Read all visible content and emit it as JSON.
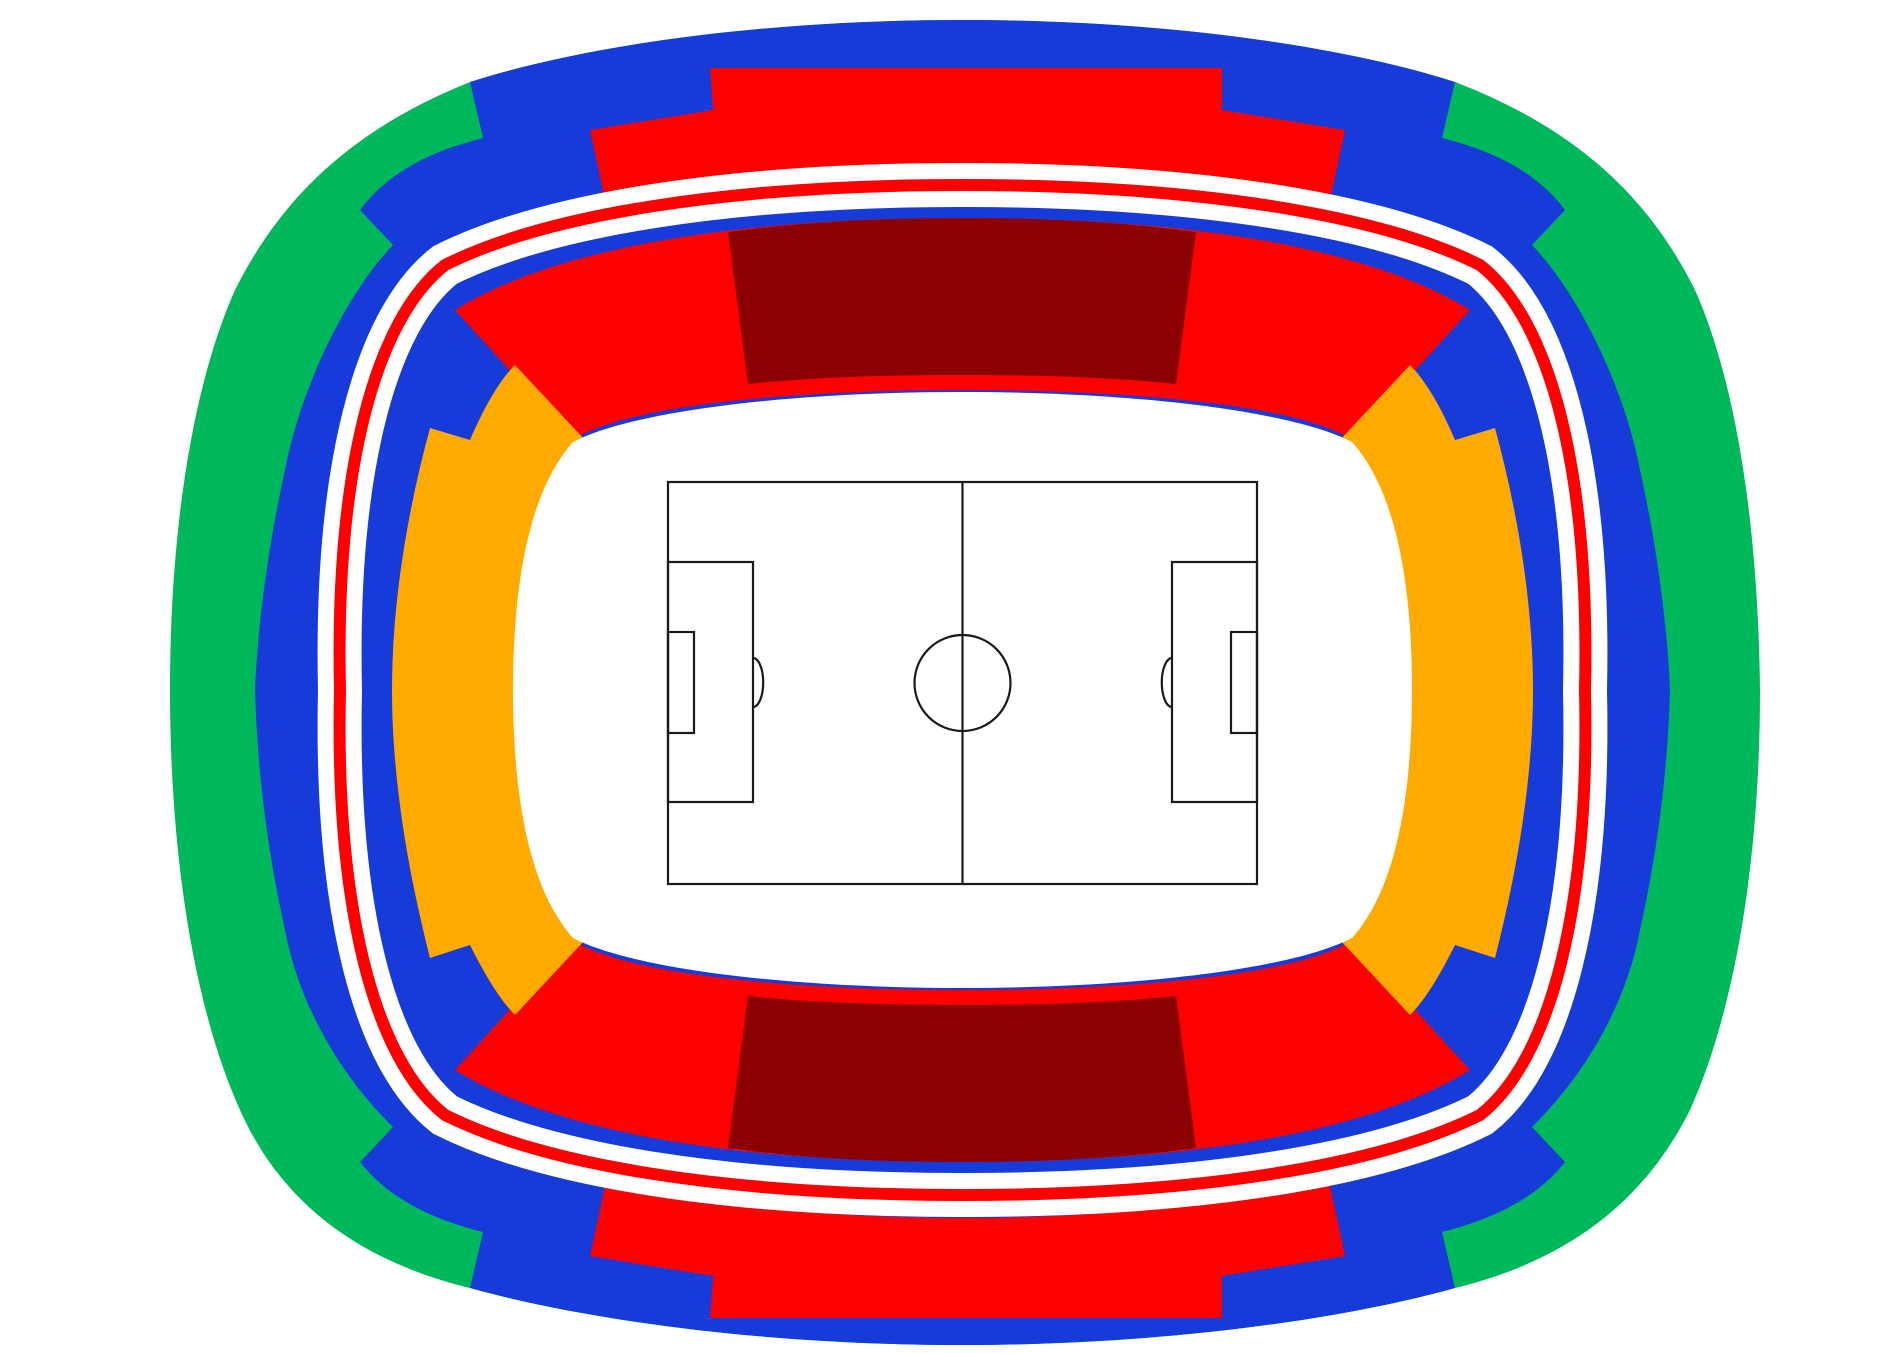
{
  "map": {
    "colors": {
      "background": "#ffffff",
      "category_1": "#8b0000",
      "category_2": "#ff0000",
      "category_3": "#ffaa00",
      "category_4": "#173bd9",
      "category_5": "#00b85c",
      "separator": "#ffffff",
      "pitch": "#ffffff",
      "pitch_lines": "#1a1a1a"
    },
    "sections": [
      {
        "id": "outer-ring-green",
        "category": "category_5"
      },
      {
        "id": "outer-ring-blue",
        "category": "category_4"
      },
      {
        "id": "upper-top-red",
        "category": "category_2"
      },
      {
        "id": "upper-bottom-red",
        "category": "category_2"
      },
      {
        "id": "lower-top-red",
        "category": "category_2"
      },
      {
        "id": "lower-bottom-red",
        "category": "category_2"
      },
      {
        "id": "lower-top-center",
        "category": "category_1"
      },
      {
        "id": "lower-bottom-center",
        "category": "category_1"
      },
      {
        "id": "lower-left-end",
        "category": "category_3"
      },
      {
        "id": "lower-right-end",
        "category": "category_3"
      }
    ]
  }
}
